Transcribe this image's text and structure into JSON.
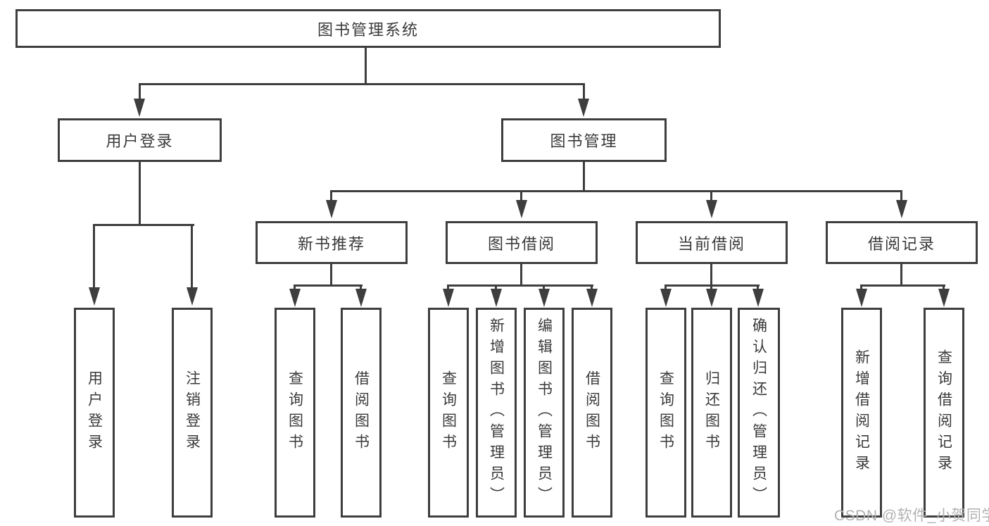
{
  "colors": {
    "line": "#3e3e3e",
    "text": "#3a3a3a",
    "background": "#ffffff",
    "watermark": "#b1b1b1"
  },
  "diagram": {
    "root": {
      "label": "图书管理系统"
    },
    "user_login": {
      "label": "用户登录",
      "children": [
        {
          "label": "用户登录"
        },
        {
          "label": "注销登录"
        }
      ]
    },
    "book_mgmt": {
      "label": "图书管理",
      "groups": [
        {
          "label": "新书推荐",
          "children": [
            {
              "label": "查询图书"
            },
            {
              "label": "借阅图书"
            }
          ]
        },
        {
          "label": "图书借阅",
          "children": [
            {
              "label": "查询图书"
            },
            {
              "label": "新增图书（管理员）"
            },
            {
              "label": "编辑图书（管理员）"
            },
            {
              "label": "借阅图书"
            }
          ]
        },
        {
          "label": "当前借阅",
          "children": [
            {
              "label": "查询图书"
            },
            {
              "label": "归还图书"
            },
            {
              "label": "确认归还（管理员）"
            }
          ]
        },
        {
          "label": "借阅记录",
          "children": [
            {
              "label": "新增借阅记录"
            },
            {
              "label": "查询借阅记录"
            }
          ]
        }
      ]
    }
  },
  "watermark": {
    "text": "CSDN @软件_小贺同学"
  }
}
